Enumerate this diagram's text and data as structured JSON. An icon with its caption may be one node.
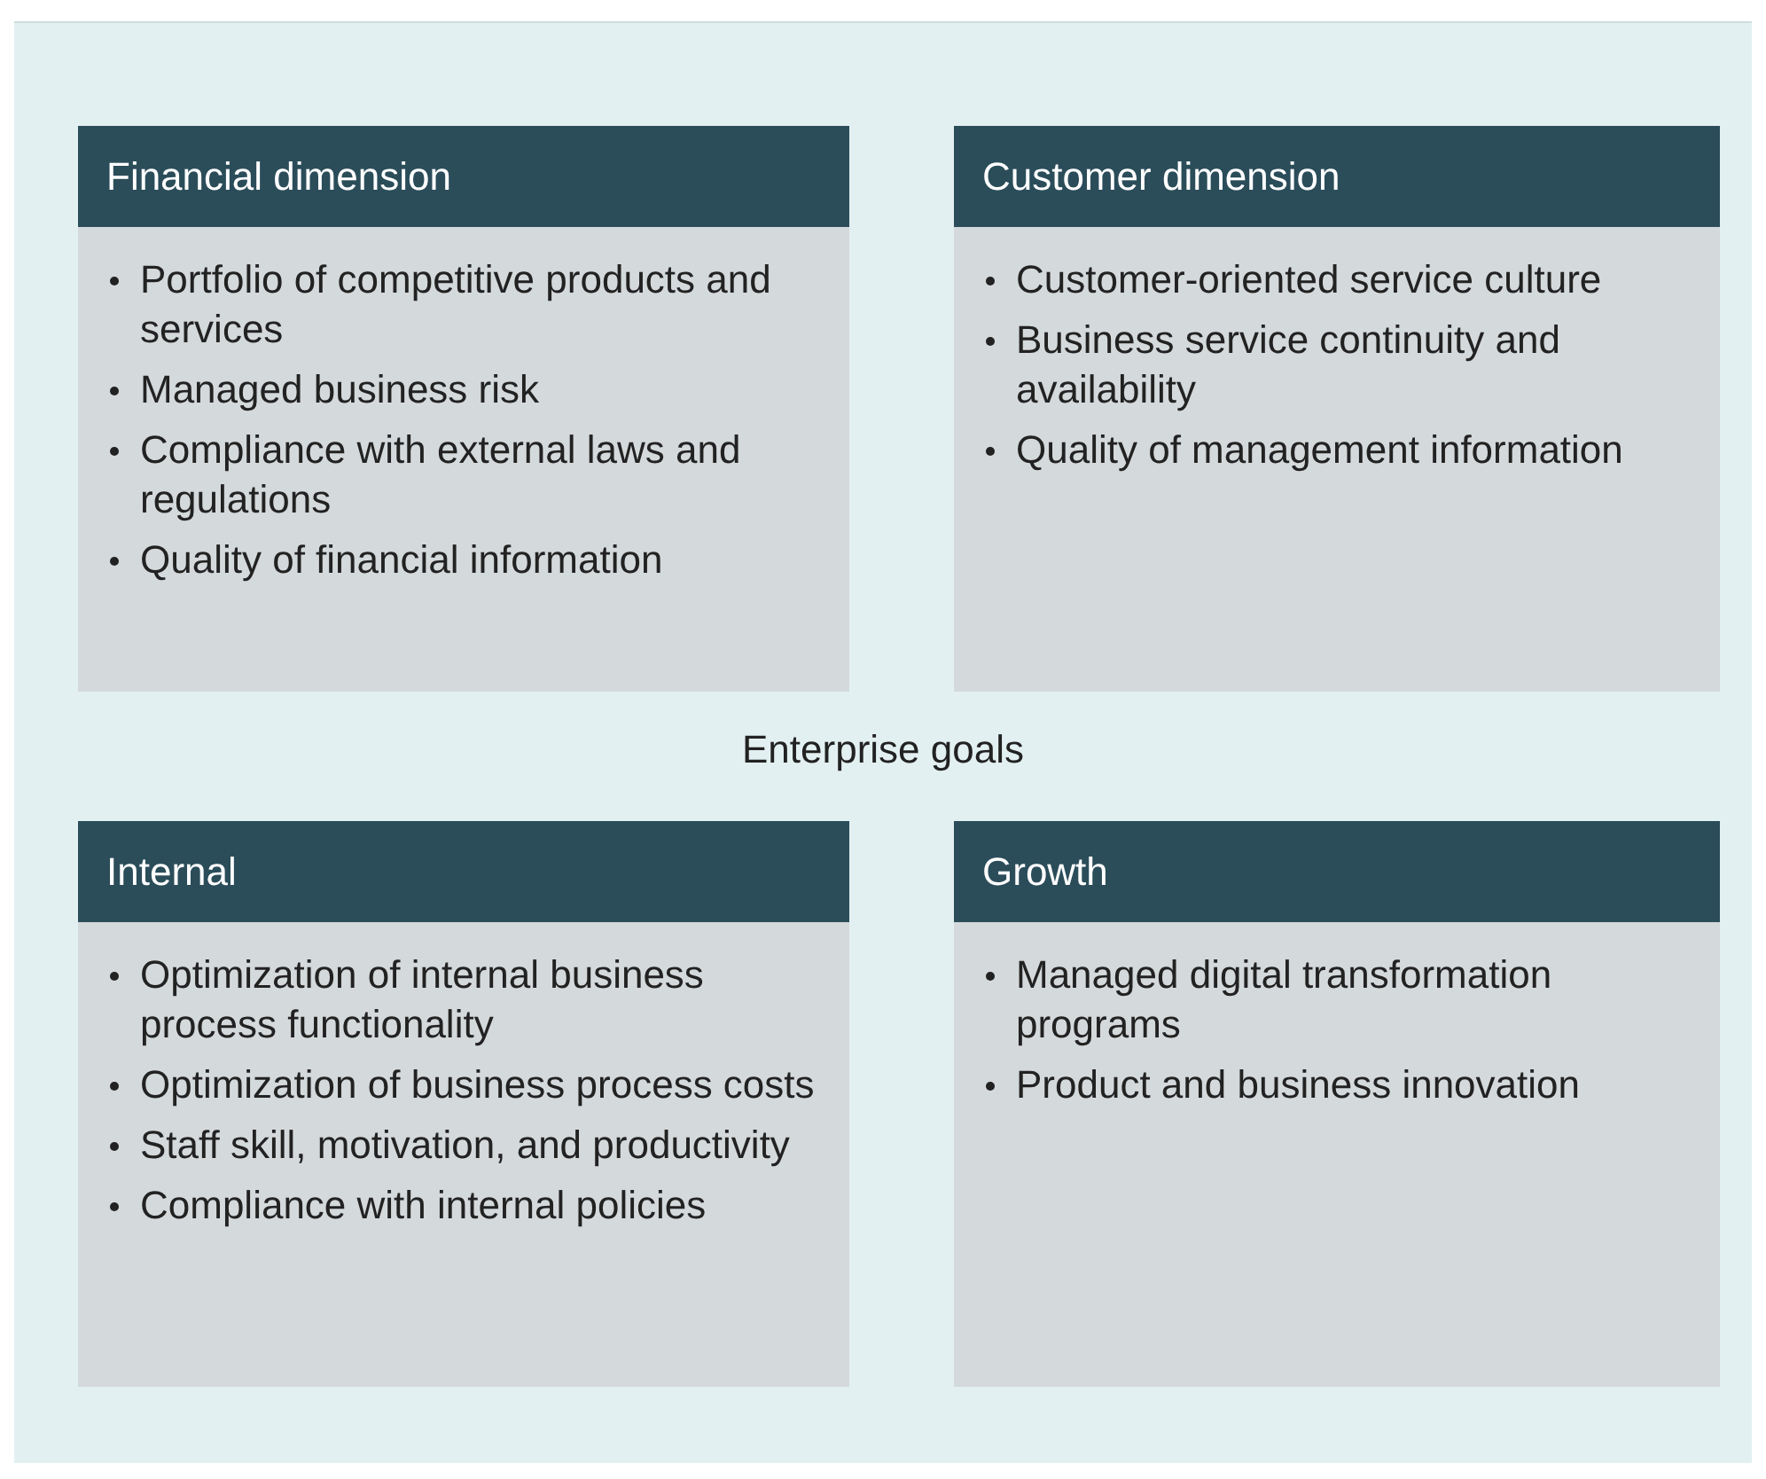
{
  "diagram": {
    "nodes": [
      {
        "text": [
          "Financial dimension",
          "Portfolio of competitive products and services",
          "Managed business risk",
          "Compliance with external laws and regulations",
          "Quality of financial information"
        ]
      },
      {
        "text": [
          "Customer dimension",
          "Customer-oriented service culture",
          "Business service continuity and availability",
          "Quality of management information"
        ]
      },
      {
        "text": [
          "Internal",
          "Optimization of internal business process functionality",
          "Optimization of business process costs",
          "Staff skill, motivation, and productivity",
          "Compliance with internal policies"
        ]
      },
      {
        "text": [
          "Growth",
          "Managed digital transformation programs",
          "Product and business innovation"
        ]
      }
    ],
    "labels": [
      "Enterprise goals"
    ]
  }
}
